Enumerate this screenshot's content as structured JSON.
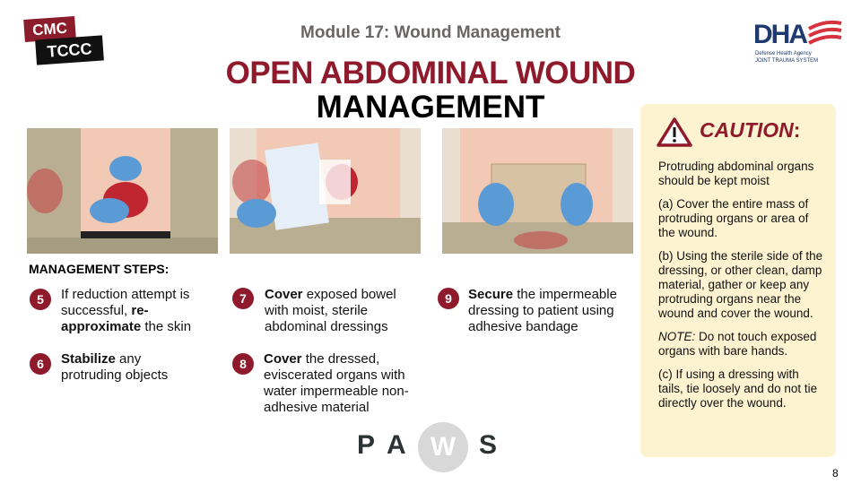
{
  "logo": {
    "line1": "CMC",
    "line2": "TCCC"
  },
  "dha_logo": {
    "name": "DHA",
    "sub1": "Defense Health Agency",
    "sub2": "JOINT TRAUMA SYSTEM"
  },
  "module": "Module 17: Wound Management",
  "title_line1": "OPEN ABDOMINAL WOUND",
  "title_line2": "MANAGEMENT",
  "steps_heading": "MANAGEMENT STEPS:",
  "steps": [
    {
      "num": "5",
      "bold": "",
      "text": "If reduction attempt is successful, ",
      "bold2": "re-approximate",
      "text2": " the skin"
    },
    {
      "num": "6",
      "bold": "Stabilize",
      "text": " any protruding objects"
    },
    {
      "num": "7",
      "bold": "Cover",
      "text": " exposed bowel with moist, sterile abdominal dressings"
    },
    {
      "num": "8",
      "bold": "Cover",
      "text": " the dressed, eviscerated organs with water impermeable non-adhesive material"
    },
    {
      "num": "9",
      "bold": "Secure",
      "text": " the impermeable dressing to patient using adhesive bandage"
    }
  ],
  "caution": {
    "title": "CAUTION",
    "colon": ":",
    "p1": "Protruding abdominal organs should be kept moist",
    "p2": "(a) Cover the entire mass of protruding organs or area of the wound.",
    "p3": "(b) Using the sterile side of the dressing, or other clean, damp material, gather or keep any protruding organs near the wound and cover the wound.",
    "note_label": "NOTE:",
    "note": " Do not touch exposed organs with bare hands.",
    "p4": "(c) If using a dressing with tails, tie loosely and do not tie directly over the wound."
  },
  "paws": {
    "p": "P",
    "a": "A",
    "w": "W",
    "s": "S"
  },
  "page_number": "8",
  "colors": {
    "accent": "#8f1a2c",
    "caution_bg": "#fef3d0"
  }
}
